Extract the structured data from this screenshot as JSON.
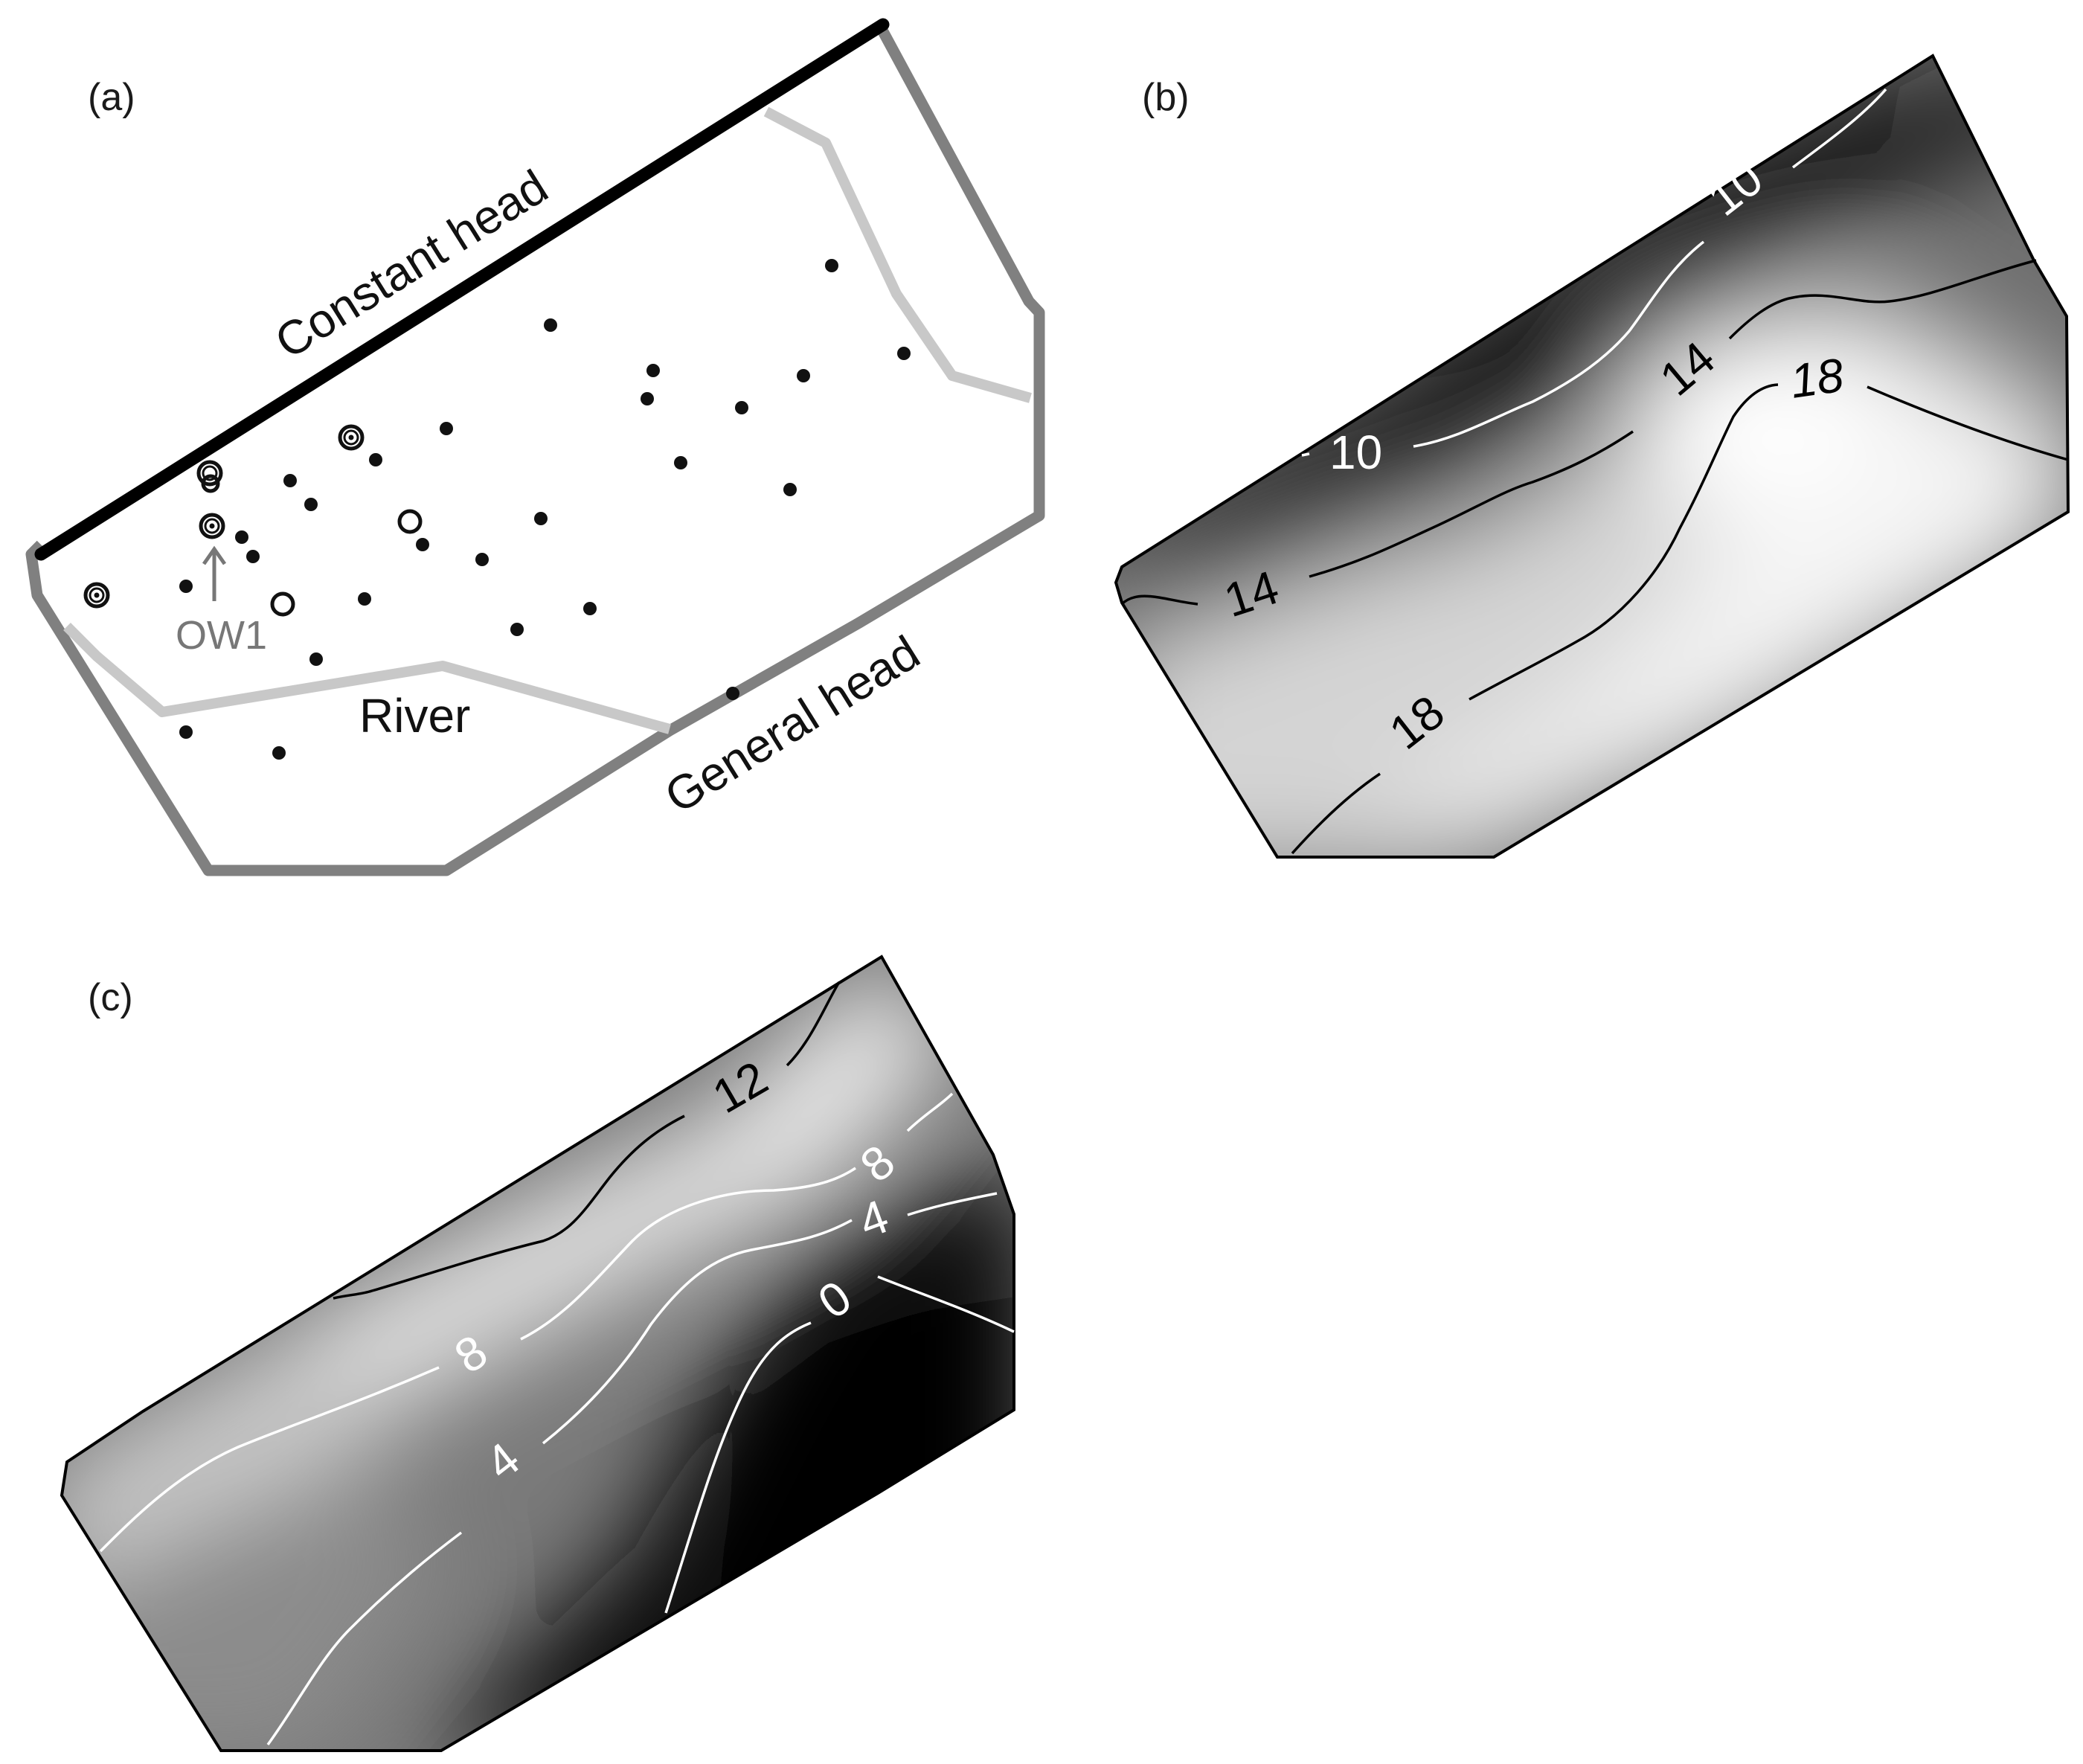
{
  "panels": {
    "a": {
      "letter": "(a)",
      "boundary_labels": {
        "constant_head": "Constant head",
        "river": "River",
        "general_head": "General head"
      },
      "well_label": "OW1"
    },
    "b": {
      "letter": "(b)",
      "contour_labels": [
        "10",
        "10",
        "14",
        "14",
        "18",
        "18"
      ]
    },
    "c": {
      "letter": "(c)",
      "contour_labels": [
        "12",
        "8",
        "8",
        "4",
        "4",
        "0"
      ]
    }
  },
  "colors": {
    "constant_head": "#000000",
    "general_head": "#808080",
    "river": "#c8c8c8",
    "well": "#111111",
    "contour_dark": "#000000",
    "contour_light": "#ffffff"
  }
}
